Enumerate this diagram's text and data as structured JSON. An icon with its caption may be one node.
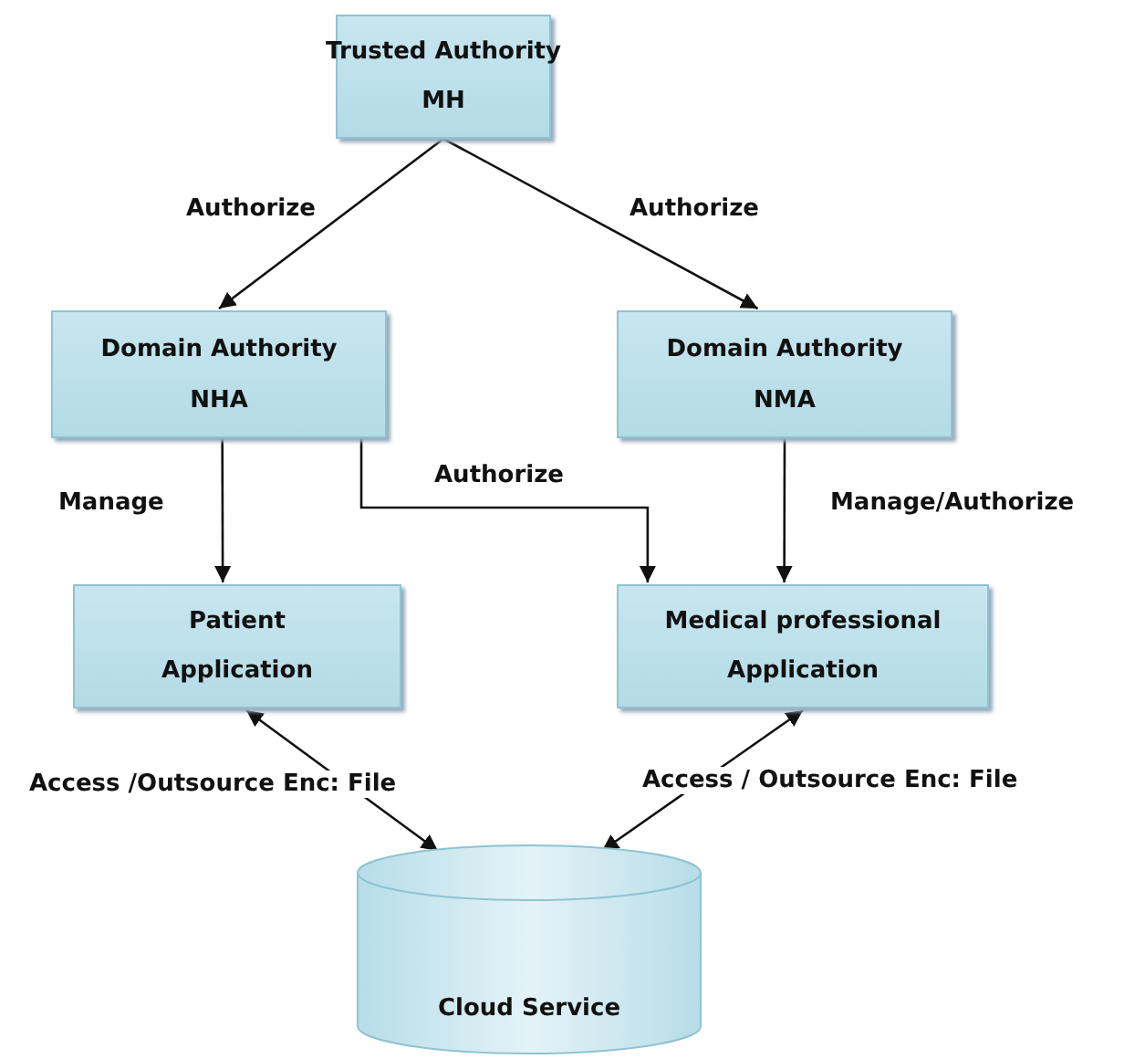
{
  "diagram": {
    "nodes": [
      {
        "text": [
          "Trusted Authority",
          "MH"
        ]
      },
      {
        "text": [
          "Domain Authority",
          "NHA"
        ]
      },
      {
        "text": [
          "Domain Authority",
          "NMA"
        ]
      },
      {
        "text": [
          "Patient",
          "Application"
        ]
      },
      {
        "text": [
          "Medical professional",
          "Application"
        ]
      },
      {
        "text": [
          "Cloud Service"
        ]
      }
    ],
    "edges": [
      {
        "from": 0,
        "to": 1,
        "arrow": "to",
        "label": "Authorize"
      },
      {
        "from": 0,
        "to": 2,
        "arrow": "to",
        "label": "Authorize"
      },
      {
        "from": 1,
        "to": 3,
        "arrow": "to",
        "label": "Manage"
      },
      {
        "from": 1,
        "to": 4,
        "arrow": "to",
        "label": "Authorize"
      },
      {
        "from": 2,
        "to": 4,
        "arrow": "to",
        "label": "Manage/Authorize"
      },
      {
        "from": 5,
        "to": 3,
        "arrow": "both",
        "label": "Access /Outsource Enc: File"
      },
      {
        "from": 5,
        "to": 4,
        "arrow": "both",
        "label": "Access / Outsource Enc: File"
      }
    ]
  }
}
